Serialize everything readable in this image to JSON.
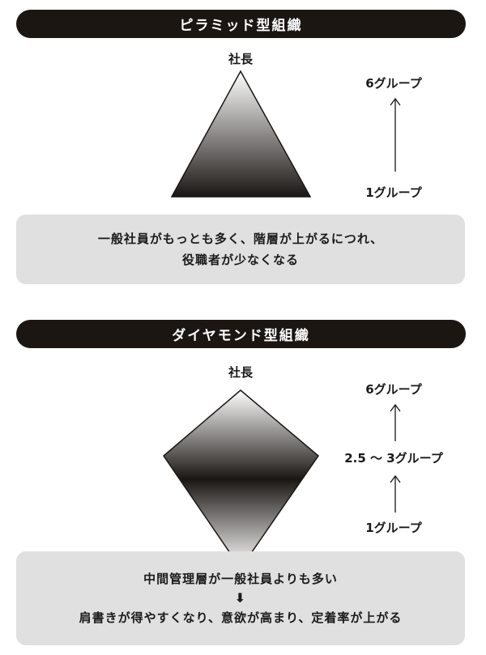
{
  "pyramid": {
    "title": "ピラミッド型組織",
    "top_label": "社長",
    "level_top": "6グループ",
    "level_bottom": "1グループ",
    "description": [
      "一般社員がもっとも多く、階層が上がるにつれ、",
      "役職者が少なくなる"
    ]
  },
  "diamond": {
    "title": "ダイヤモンド型組織",
    "top_label": "社長",
    "level_top": "6グループ",
    "level_middle": "2.5 ～ 3グループ",
    "level_bottom": "1グループ",
    "description_top": "中間管理層が一般社員よりも多い",
    "arrow_glyph": "⬇",
    "description_bottom": "肩書きが得やすくなり、意欲が高まり、定着率が上がる"
  }
}
